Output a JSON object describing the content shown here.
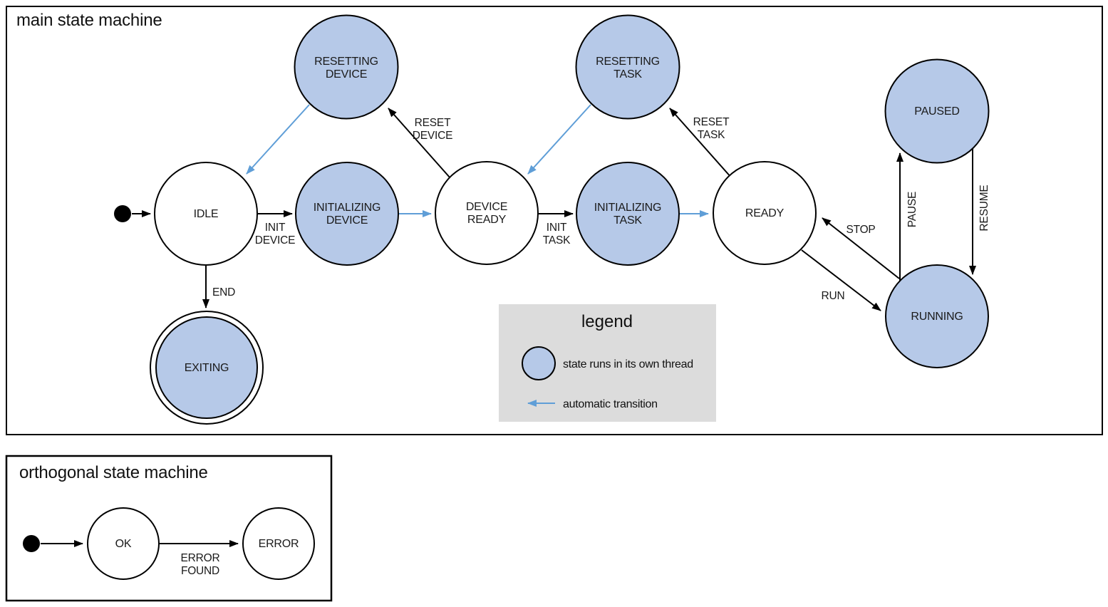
{
  "colors": {
    "threaded_state_fill": "#b6c9e8",
    "automatic_transition_blue": "#5f9ed7",
    "legend_background": "#dcdcdc",
    "line_black": "#000000",
    "background": "#ffffff"
  },
  "main": {
    "title": "main state machine",
    "states": {
      "start": {
        "kind": "initial"
      },
      "idle": {
        "lines": [
          "IDLE"
        ],
        "threaded": false
      },
      "resetting_device": {
        "lines": [
          "RESETTING",
          "DEVICE"
        ],
        "threaded": true
      },
      "initializing_device": {
        "lines": [
          "INITIALIZING",
          "DEVICE"
        ],
        "threaded": true
      },
      "device_ready": {
        "lines": [
          "DEVICE",
          "READY"
        ],
        "threaded": false
      },
      "resetting_task": {
        "lines": [
          "RESETTING",
          "TASK"
        ],
        "threaded": true
      },
      "initializing_task": {
        "lines": [
          "INITIALIZING",
          "TASK"
        ],
        "threaded": true
      },
      "ready": {
        "lines": [
          "READY"
        ],
        "threaded": false
      },
      "paused": {
        "lines": [
          "PAUSED"
        ],
        "threaded": true
      },
      "running": {
        "lines": [
          "RUNNING"
        ],
        "threaded": true
      },
      "exiting": {
        "lines": [
          "EXITING"
        ],
        "threaded": true,
        "kind": "final"
      }
    },
    "transitions": {
      "init_device": {
        "from": "idle",
        "to": "initializing_device",
        "lines": [
          "INIT",
          "DEVICE"
        ],
        "automatic": false
      },
      "auto_initdev_devready": {
        "from": "initializing_device",
        "to": "device_ready",
        "automatic": true
      },
      "reset_device": {
        "from": "device_ready",
        "to": "resetting_device",
        "lines": [
          "RESET",
          "DEVICE"
        ],
        "automatic": false
      },
      "auto_resetdev_idle": {
        "from": "resetting_device",
        "to": "idle",
        "automatic": true
      },
      "init_task": {
        "from": "device_ready",
        "to": "initializing_task",
        "lines": [
          "INIT",
          "TASK"
        ],
        "automatic": false
      },
      "auto_inittask_ready": {
        "from": "initializing_task",
        "to": "ready",
        "automatic": true
      },
      "reset_task": {
        "from": "ready",
        "to": "resetting_task",
        "lines": [
          "RESET",
          "TASK"
        ],
        "automatic": false
      },
      "auto_resettask_devready": {
        "from": "resetting_task",
        "to": "device_ready",
        "automatic": true
      },
      "end": {
        "from": "idle",
        "to": "exiting",
        "lines": [
          "END"
        ],
        "automatic": false
      },
      "run": {
        "from": "ready",
        "to": "running",
        "lines": [
          "RUN"
        ],
        "automatic": false
      },
      "stop": {
        "from": "running",
        "to": "ready",
        "lines": [
          "STOP"
        ],
        "automatic": false
      },
      "pause": {
        "from": "running",
        "to": "paused",
        "lines": [
          "PAUSE"
        ],
        "automatic": false
      },
      "resume": {
        "from": "paused",
        "to": "running",
        "lines": [
          "RESUME"
        ],
        "automatic": false
      }
    },
    "legend": {
      "title": "legend",
      "thread_label": "state runs in its own thread",
      "auto_label": "automatic transition"
    }
  },
  "orthogonal": {
    "title": "orthogonal state machine",
    "states": {
      "start": {
        "kind": "initial"
      },
      "ok": {
        "lines": [
          "OK"
        ],
        "threaded": false
      },
      "error": {
        "lines": [
          "ERROR"
        ],
        "threaded": false
      }
    },
    "transitions": {
      "error_found": {
        "from": "ok",
        "to": "error",
        "lines": [
          "ERROR",
          "FOUND"
        ],
        "automatic": false
      }
    }
  }
}
